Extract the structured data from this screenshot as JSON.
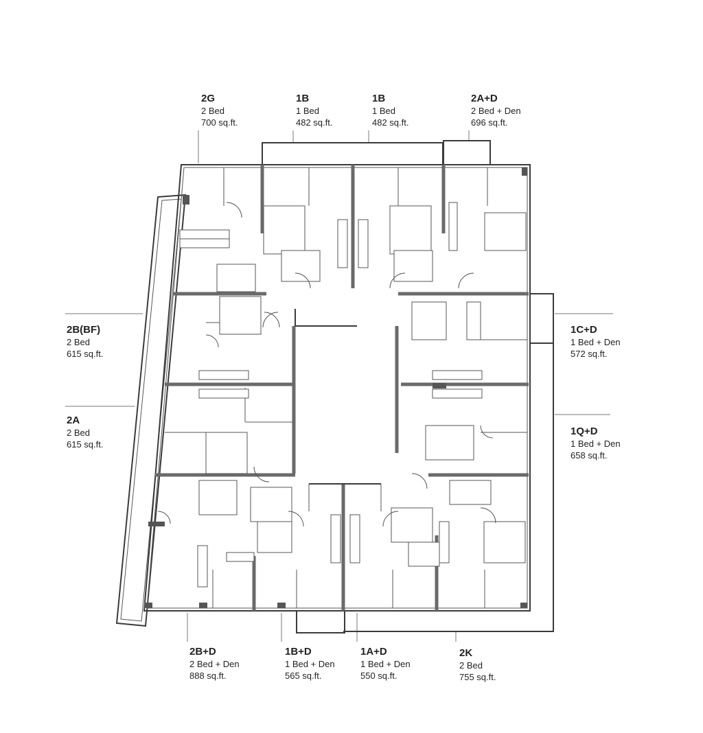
{
  "units": [
    {
      "id": "2G",
      "code": "2G",
      "beds": "2 Bed",
      "area": "700 sq.ft."
    },
    {
      "id": "1B-a",
      "code": "1B",
      "beds": "1 Bed",
      "area": "482 sq.ft."
    },
    {
      "id": "1B-b",
      "code": "1B",
      "beds": "1 Bed",
      "area": "482 sq.ft."
    },
    {
      "id": "2AD",
      "code": "2A+D",
      "beds": "2 Bed + Den",
      "area": "696 sq.ft."
    },
    {
      "id": "2BBF",
      "code": "2B(BF)",
      "beds": "2 Bed",
      "area": "615 sq.ft."
    },
    {
      "id": "1CD",
      "code": "1C+D",
      "beds": "1 Bed + Den",
      "area": "572 sq.ft."
    },
    {
      "id": "2A",
      "code": "2A",
      "beds": "2 Bed",
      "area": "615 sq.ft."
    },
    {
      "id": "1QD",
      "code": "1Q+D",
      "beds": "1 Bed + Den",
      "area": "658 sq.ft."
    },
    {
      "id": "2BD",
      "code": "2B+D",
      "beds": "2 Bed + Den",
      "area": "888 sq.ft."
    },
    {
      "id": "1BD",
      "code": "1B+D",
      "beds": "1 Bed + Den",
      "area": "565 sq.ft."
    },
    {
      "id": "1AD",
      "code": "1A+D",
      "beds": "1 Bed + Den",
      "area": "550 sq.ft."
    },
    {
      "id": "2K",
      "code": "2K",
      "beds": "2 Bed",
      "area": "755 sq.ft."
    }
  ]
}
